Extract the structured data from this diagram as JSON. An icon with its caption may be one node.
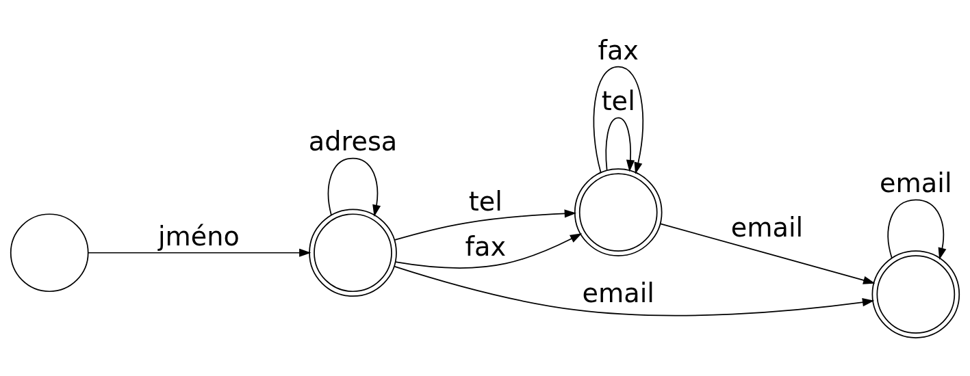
{
  "diagram": {
    "nodes": [
      {
        "text": [],
        "shape": "circle"
      },
      {
        "text": [],
        "shape": "doublecircle"
      },
      {
        "text": [],
        "shape": "doublecircle"
      },
      {
        "text": [],
        "shape": "doublecircle"
      }
    ],
    "edges": [
      {
        "from": 0,
        "to": 1,
        "arrow": "to",
        "label": "jméno"
      },
      {
        "from": 1,
        "to": 1,
        "arrow": "to",
        "label": "adresa"
      },
      {
        "from": 1,
        "to": 2,
        "arrow": "to",
        "label": "tel"
      },
      {
        "from": 1,
        "to": 2,
        "arrow": "to",
        "label": "fax"
      },
      {
        "from": 2,
        "to": 2,
        "arrow": "to",
        "label": "tel"
      },
      {
        "from": 2,
        "to": 2,
        "arrow": "to",
        "label": "fax"
      },
      {
        "from": 2,
        "to": 3,
        "arrow": "to",
        "label": "email"
      },
      {
        "from": 3,
        "to": 3,
        "arrow": "to",
        "label": "email"
      },
      {
        "from": 1,
        "to": 3,
        "arrow": "to",
        "label": "email"
      }
    ]
  }
}
